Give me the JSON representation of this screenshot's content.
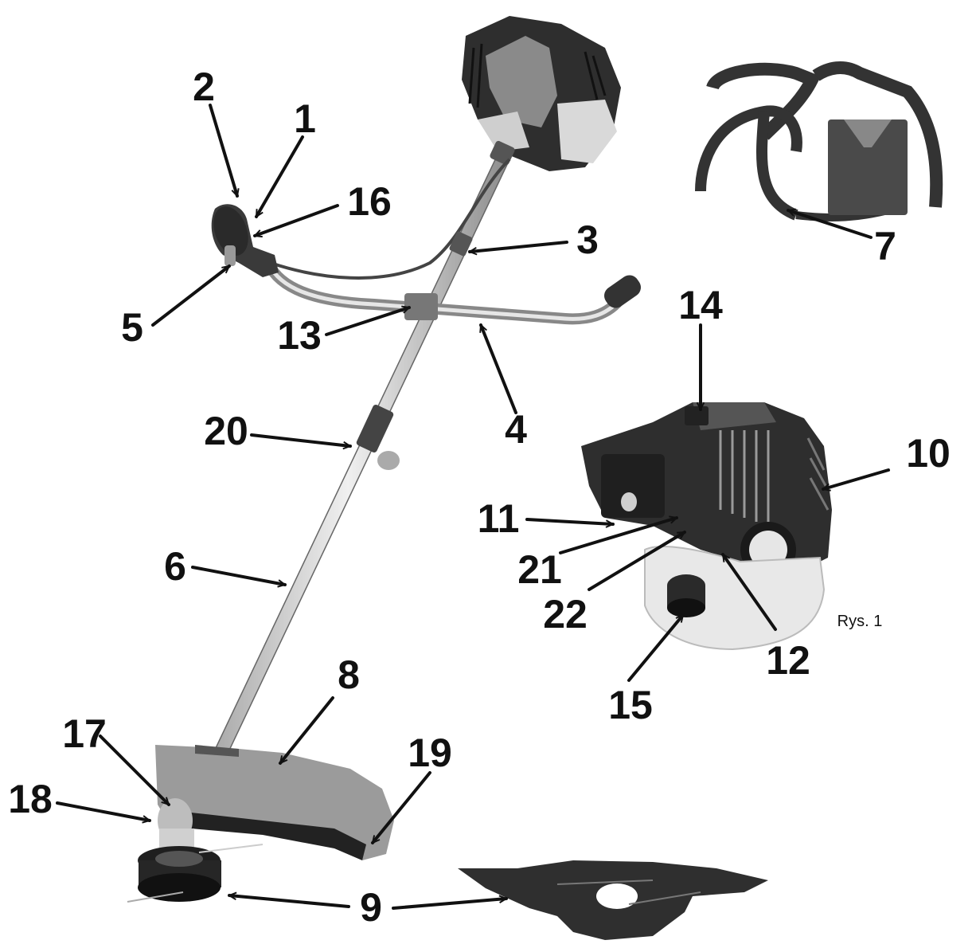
{
  "figure": {
    "caption": "Rys. 1",
    "colors": {
      "ink": "#111111",
      "body": "#7a7a7a",
      "dark": "#2b2b2b",
      "light": "#d6d6d6"
    }
  },
  "labels": {
    "l1": "1",
    "l2": "2",
    "l3": "3",
    "l4": "4",
    "l5": "5",
    "l6": "6",
    "l7": "7",
    "l8": "8",
    "l9": "9",
    "l10": "10",
    "l11": "11",
    "l12": "12",
    "l13": "13",
    "l14": "14",
    "l15": "15",
    "l16": "16",
    "l17": "17",
    "l18": "18",
    "l19": "19",
    "l20": "20",
    "l21": "21",
    "l22": "22"
  }
}
